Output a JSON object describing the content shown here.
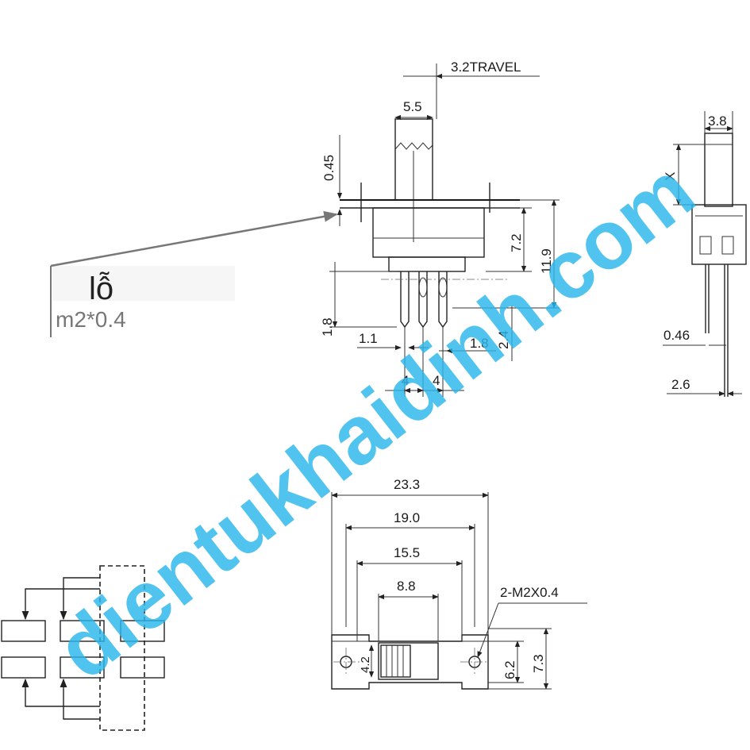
{
  "side_view": {
    "travel": "3.2TRAVEL",
    "actuator_width": "5.5",
    "thickness": "0.45",
    "body_height": "7.2",
    "total_height": "11.9",
    "pin_length": "1.8",
    "pin_offset": "1.1",
    "pin_spacing_small": "1.8",
    "pin_stub": "2.4",
    "pitch_left": "4",
    "pitch_right": "4"
  },
  "note": {
    "title": "lỗ",
    "subtitle": "m2*0.4"
  },
  "end_view": {
    "width": "3.8",
    "x_label": "X",
    "pin_thickness": "0.46",
    "pin_pitch": "2.6"
  },
  "top_view": {
    "overall": "23.3",
    "mount_pitch": "19.0",
    "body_length": "15.5",
    "slot_length": "8.8",
    "screw_label": "2-M2X0.4",
    "knob_height": "4.2",
    "body_height": "6.2",
    "total_height": "7.3"
  },
  "watermark": "dientukhaidinh.com"
}
